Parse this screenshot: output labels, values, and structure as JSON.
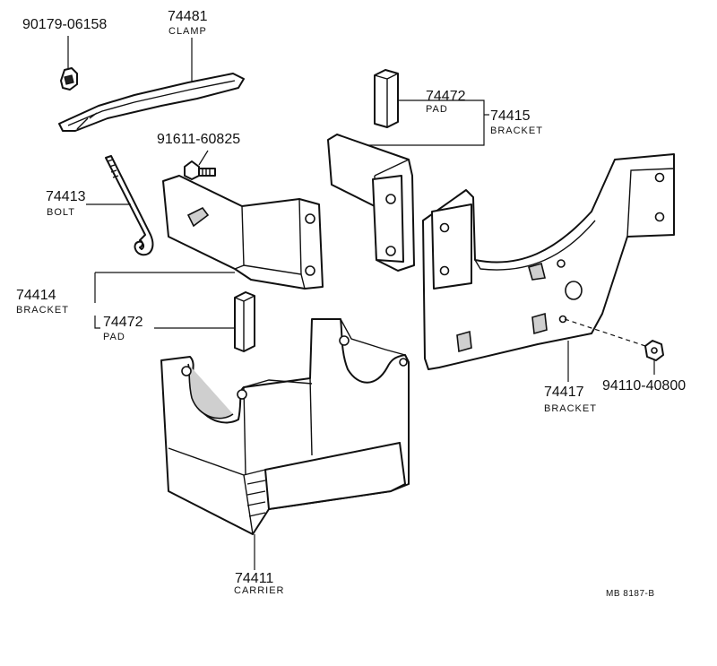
{
  "parts": [
    {
      "id": "clip",
      "number": "90179-06158",
      "name": "",
      "icon": "clip-icon"
    },
    {
      "id": "clamp",
      "number": "74481",
      "name": "CLAMP",
      "icon": "clamp-icon"
    },
    {
      "id": "bolt",
      "number": "74413",
      "name": "BOLT",
      "icon": "j-bolt-icon"
    },
    {
      "id": "screw",
      "number": "91611-60825",
      "name": "",
      "icon": "screw-icon"
    },
    {
      "id": "pad_upper",
      "number": "74472",
      "name": "PAD",
      "icon": "pad-icon"
    },
    {
      "id": "bracket_upper",
      "number": "74415",
      "name": "BRACKET",
      "icon": "bracket-icon"
    },
    {
      "id": "bracket_left",
      "number": "74414",
      "name": "BRACKET",
      "icon": "bracket-icon"
    },
    {
      "id": "pad_lower",
      "number": "74472",
      "name": "PAD",
      "icon": "pad-icon"
    },
    {
      "id": "bracket_right",
      "number": "74417",
      "name": "BRACKET",
      "icon": "bracket-icon"
    },
    {
      "id": "nut",
      "number": "94110-40800",
      "name": "",
      "icon": "nut-icon"
    },
    {
      "id": "carrier",
      "number": "74411",
      "name": "CARRIER",
      "icon": "battery-carrier-icon"
    }
  ],
  "document_code": "MB 8187-B"
}
